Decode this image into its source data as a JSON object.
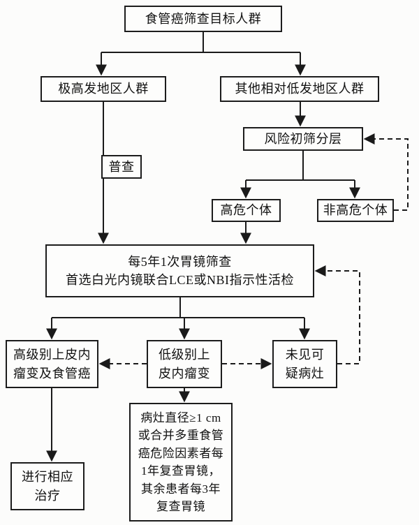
{
  "nodes": {
    "target": {
      "label": "食管癌筛查目标人群"
    },
    "high_incidence_area": {
      "label": "极高发地区人群"
    },
    "other_low_incidence_area": {
      "label": "其他相对低发地区人群"
    },
    "census": {
      "label": "普查"
    },
    "risk_stratification": {
      "label": "风险初筛分层"
    },
    "high_risk": {
      "label": "高危个体"
    },
    "non_high_risk": {
      "label": "非高危个体"
    },
    "gastroscopy": {
      "line1": "每5年1次胃镜筛查",
      "line2": "首选白光内镜联合LCE或NBI指示性活检"
    },
    "high_grade": {
      "line1": "高级别上皮内",
      "line2": "瘤变及食管癌"
    },
    "low_grade": {
      "line1": "低级别上",
      "line2": "皮内瘤变"
    },
    "no_lesion": {
      "line1": "未见可",
      "line2": "疑病灶"
    },
    "treatment": {
      "line1": "进行相应",
      "line2": "治疗"
    },
    "followup": {
      "line1": "病灶直径≥1 cm",
      "line2": "或合并多重食管",
      "line3": "癌危险因素者每",
      "line4": "1年复查胃镜，",
      "line5": "其余患者每3年",
      "line6": "复查胃镜"
    }
  },
  "edges": [
    {
      "from": "target",
      "to": "high_incidence_area",
      "style": "solid"
    },
    {
      "from": "target",
      "to": "other_low_incidence_area",
      "style": "solid"
    },
    {
      "from": "high_incidence_area",
      "to": "gastroscopy",
      "style": "solid",
      "via_label": "普查"
    },
    {
      "from": "other_low_incidence_area",
      "to": "risk_stratification",
      "style": "solid"
    },
    {
      "from": "risk_stratification",
      "to": "high_risk",
      "style": "solid"
    },
    {
      "from": "risk_stratification",
      "to": "non_high_risk",
      "style": "solid"
    },
    {
      "from": "non_high_risk",
      "to": "risk_stratification",
      "style": "dashed"
    },
    {
      "from": "high_risk",
      "to": "gastroscopy",
      "style": "solid"
    },
    {
      "from": "gastroscopy",
      "to": "high_grade",
      "style": "solid"
    },
    {
      "from": "gastroscopy",
      "to": "low_grade",
      "style": "solid"
    },
    {
      "from": "gastroscopy",
      "to": "no_lesion",
      "style": "solid"
    },
    {
      "from": "low_grade",
      "to": "high_grade",
      "style": "dashed"
    },
    {
      "from": "low_grade",
      "to": "no_lesion",
      "style": "dashed"
    },
    {
      "from": "no_lesion",
      "to": "gastroscopy",
      "style": "dashed"
    },
    {
      "from": "high_grade",
      "to": "treatment",
      "style": "solid"
    },
    {
      "from": "low_grade",
      "to": "followup",
      "style": "solid"
    }
  ],
  "colors": {
    "line": "#1a1a1a",
    "box_border": "#1c1c1c",
    "background": "#fcfcfb"
  }
}
